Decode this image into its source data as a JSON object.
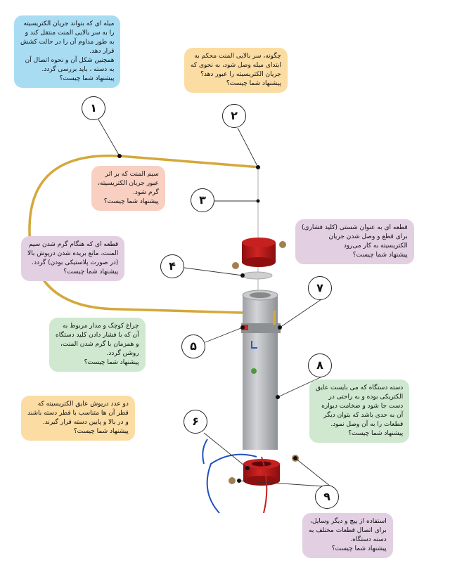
{
  "callouts": [
    {
      "number": "۱",
      "text": "میله ای که بتواند جریان الکتریسیته\nرا به سر بالایی المنت منتقل کند و\nبه طور مداوم آن را در حالت کشش\nقرار دهد.\nهمچنین شکل آن و نحوه اتصال آن\nبه دسته ، باید بررسی گردد.\nپیشنهاد شما چیست؟"
    },
    {
      "number": "۲",
      "text": "چگونه، سر بالایی المنت محکم به\nابتدای میله وصل شود، به نحوی که\nجریان الکتریسیته را عبور دهد؟\nپیشنهاد شما چیست؟"
    },
    {
      "number": "۳",
      "text": "سیم المنت که بر اثر\nعبور جریان الکتریسیته،\nگرم شود.\nپیشنهاد شما چیست؟"
    },
    {
      "number": "۴",
      "text": "قطعه ای که هنگام گرم شدن سیم\nالمنت، مانع بریده شدن درپوش بالا\n(در صورت پلاستیکی بودن) گردد.\nپیشنهاد شما چیست؟"
    },
    {
      "number": "۵",
      "text": "چراغ کوچک و مدار مربوط به\nآن که با فشار دادن کلید دستگاه\nو همزمان با گرم شدن المنت،\nروشن گردد.\nپیشنهاد شما چیست؟"
    },
    {
      "number": "۶",
      "text": "دو عدد درپوش عایق الکتریسیته که\nقطر آن ها متناسب با قطر دسته باشند\nو در بالا و پایین دسته قرار گیرند.\nپیشنهاد شما چیست؟"
    },
    {
      "number": "۷",
      "text": "قطعه ای به عنوان شستی (کلید فشاری)\nبرای قطع و وصل شدن جریان\nالکتریسیته به کار می‌رود\nپیشنهاد شما چیست؟"
    },
    {
      "number": "۸",
      "text": "دسته دستگاه که می بایست عایق\nالکتریکی بوده و به راحتی در\nدست جا شود و ضخامت دیواره\nآن به حدی باشد که بتوان دیگر\nقطعات را به آن وصل نمود.\nپیشنهاد شما چیست؟"
    },
    {
      "number": "۹",
      "text": "استفاده از پیچ و دیگر وسایل،\nبرای اتصال قطعات مختلف به\nدسته دستگاه.\nپیشنهاد شما چیست؟"
    }
  ],
  "colors": {
    "blue": "#a8dcf3",
    "orange": "#fbdca2",
    "salmon": "#f8cfc0",
    "purple": "#e2cfe2",
    "green": "#cfe8cf",
    "rod": "#d4a83a",
    "cap": "#b51c1c",
    "handle": "#b9bcc0"
  }
}
